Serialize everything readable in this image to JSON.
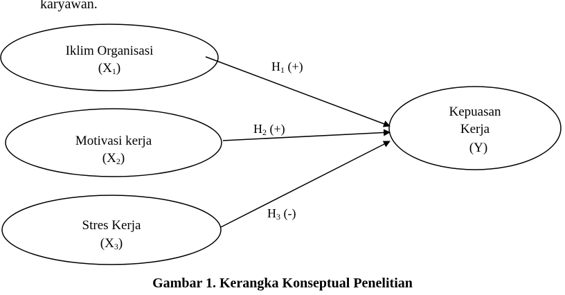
{
  "intro_text": "karyawan.",
  "nodes": {
    "x1": {
      "line1": "Iklim Organisasi",
      "symbol": "(X1)",
      "sym_base": "(X",
      "sym_sub": "1",
      "sym_close": ")"
    },
    "x2": {
      "line1": "Motivasi kerja",
      "symbol": "(X2)",
      "sym_base": "(X",
      "sym_sub": "2",
      "sym_close": ")"
    },
    "x3": {
      "line1": "Stres Kerja",
      "symbol": "(X3)",
      "sym_base": "(X",
      "sym_sub": "3",
      "sym_close": ")"
    },
    "y": {
      "line1": "Kepuasan",
      "line2": "Kerja",
      "symbol": "(Y)"
    }
  },
  "paths": {
    "h1": {
      "label": "H1 (+)",
      "base": "H",
      "sub": "1",
      "rest": " (+)"
    },
    "h2": {
      "label": "H2 (+)",
      "base": "H",
      "sub": "2",
      "rest": " (+)"
    },
    "h3": {
      "label": "H3 (-)",
      "base": "H",
      "sub": "3",
      "rest": " (-)"
    }
  },
  "caption": "Gambar 1. Kerangka Konseptual Penelitian"
}
